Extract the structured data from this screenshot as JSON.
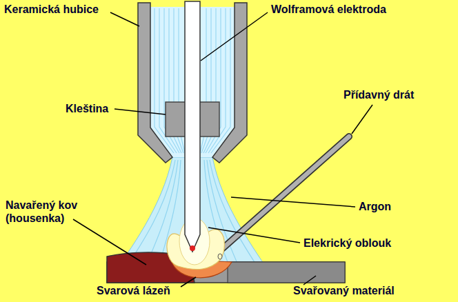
{
  "diagram": {
    "labels": [
      "Keramická hubice",
      "Wolframová elektroda",
      "Kleština",
      "Přídavný drát",
      "Navařený kov (housenka)",
      "Argon",
      "Elekrický oblouk",
      "Svarová lázeň",
      "Svařovaný materiál"
    ]
  }
}
